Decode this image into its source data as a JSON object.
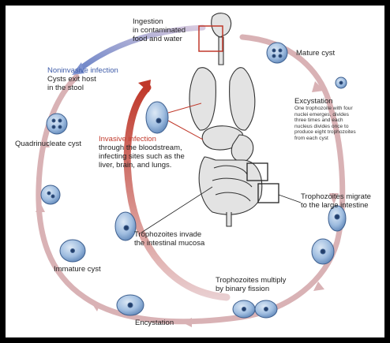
{
  "labels": {
    "ingestion": [
      "Ingestion",
      "in contaminated",
      "food and water"
    ],
    "mature_cyst": "Mature cyst",
    "excystation": {
      "title": "Excystation",
      "detail": [
        "One trophozoite with four",
        "nuclei emerges, divides",
        "three times and each",
        "nucleus divides once to",
        "produce eight trophozoites",
        "from each cyst"
      ]
    },
    "migrate": [
      "Trophozoites  migrate",
      "to the large intestine"
    ],
    "multiply": [
      "Trophozoites multiply",
      "by binary fission"
    ],
    "encystation": "Encystation",
    "immature_cyst": "Immature cyst",
    "quadrinucleate_cyst": "Quadrinucleate cyst",
    "noninvasive": {
      "title": "Noninvasive infection",
      "detail": [
        "Cysts exit host",
        "in the stool"
      ]
    },
    "invasive": {
      "title": "Invasive infection",
      "detail": [
        "through the bloodstream,",
        "infecting sites such as the",
        "liver, brain, and lungs."
      ]
    },
    "invade": [
      "Trophozoites invade",
      "the intestinal mucosa"
    ]
  },
  "colors": {
    "cycle_arrow": "#d9b2b5",
    "invasive_arrow": "#c0392b",
    "noninvasive_arrow": "#7f93cf",
    "cell_fill": "#8fb1d8",
    "cell_stroke": "#3d5f8f",
    "nucleus": "#243f6a",
    "anatomy_fill": "#e3e3e3",
    "anatomy_stroke": "#333333",
    "pointer": "#c0392b"
  }
}
